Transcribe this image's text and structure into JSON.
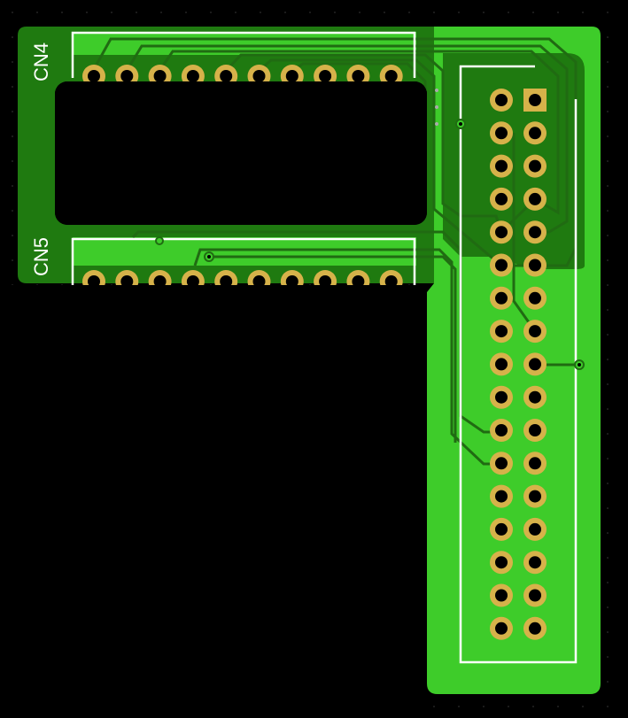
{
  "board": {
    "colors": {
      "background": "#000000",
      "copper_pour_light": "#3ecc2a",
      "copper_pour_dark": "#1f7a10",
      "trace": "#206b12",
      "pad": "#d6b24a",
      "drill": "#000000",
      "silkscreen": "#ffffff"
    },
    "connectors": [
      {
        "id": "cn4",
        "label": "CN4",
        "pins": 10
      },
      {
        "id": "cn5",
        "label": "CN5",
        "pins": 10
      },
      {
        "id": "header",
        "label": "",
        "pins": 34,
        "pin1": "square"
      }
    ]
  }
}
